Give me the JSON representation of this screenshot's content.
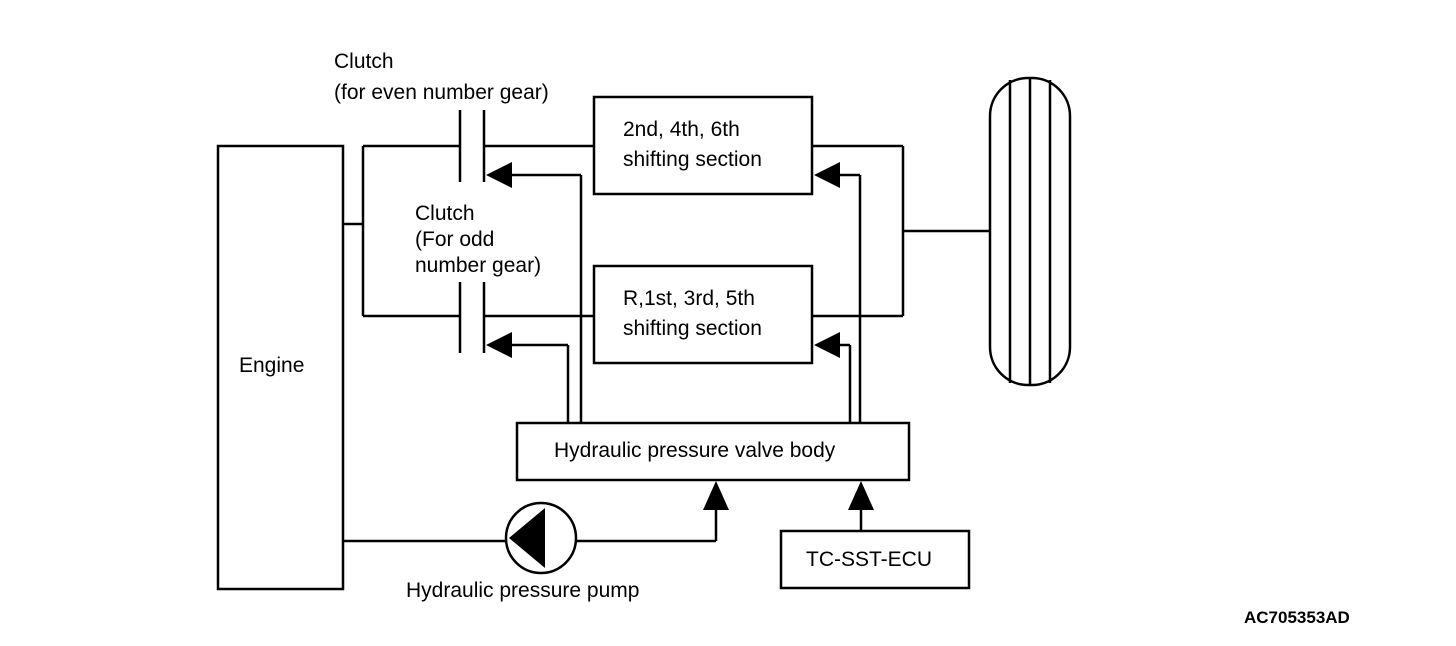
{
  "diagram": {
    "engine": "Engine",
    "clutch_even": {
      "line1": "Clutch",
      "line2": "(for even number gear)"
    },
    "clutch_odd": {
      "line1": "Clutch",
      "line2": "(For odd",
      "line3": "number gear)"
    },
    "even_section": {
      "line1": "2nd, 4th, 6th",
      "line2": "shifting section"
    },
    "odd_section": {
      "line1": "R,1st, 3rd, 5th",
      "line2": "shifting section"
    },
    "valve_body": "Hydraulic pressure valve body",
    "pump": "Hydraulic pressure pump",
    "ecu": "TC-SST-ECU",
    "figure_code": "AC705353AD"
  }
}
